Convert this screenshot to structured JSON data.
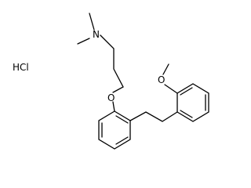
{
  "molecule": {
    "salt_label": "HCl",
    "atoms": {
      "amine_nitrogen": "N",
      "ether_oxygen": "O",
      "methoxy_oxygen": "O"
    }
  },
  "colors": {
    "bond": "#000000",
    "label": "#000000",
    "background": "#ffffff"
  }
}
